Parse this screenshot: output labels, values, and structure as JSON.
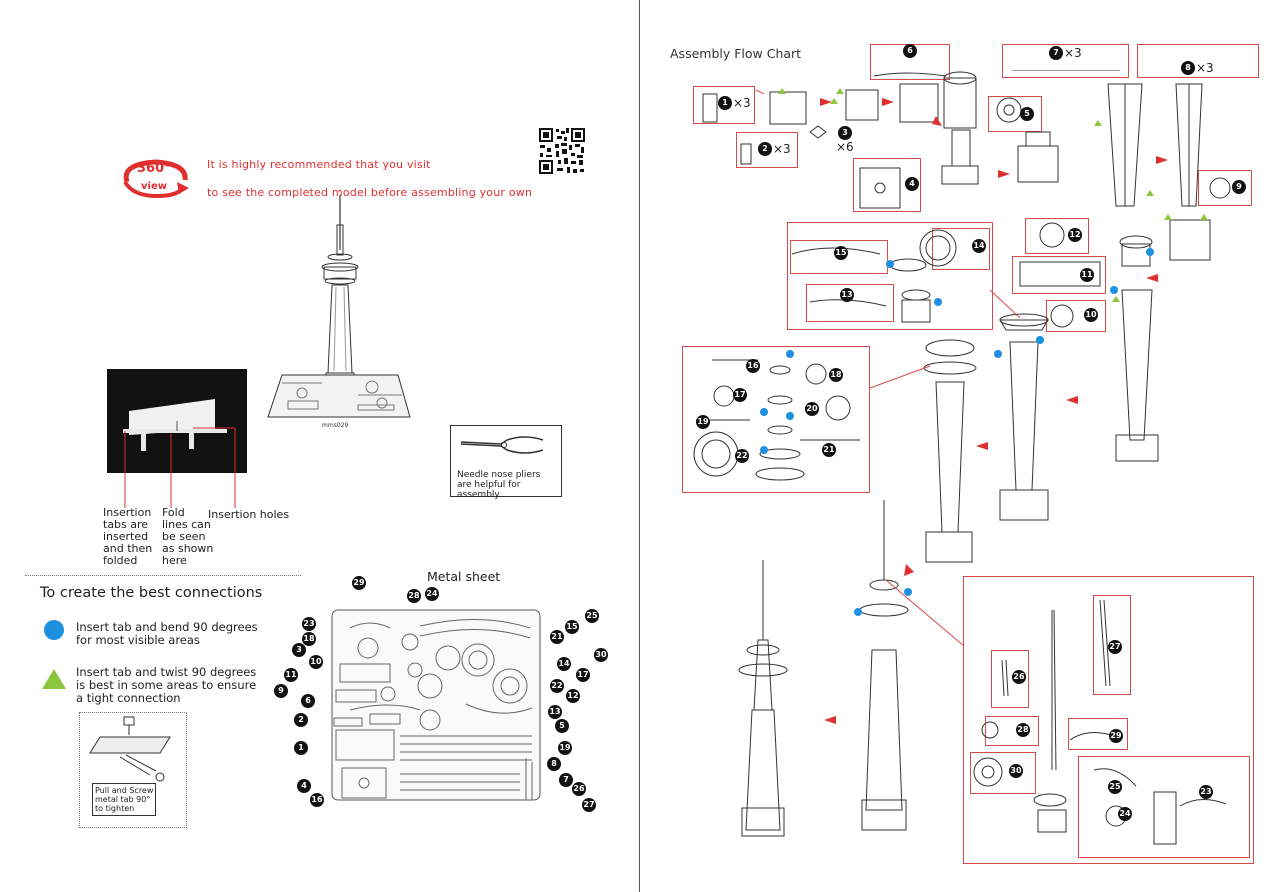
{
  "left": {
    "visit_line1": "It is highly recommended that you visit",
    "visit_line2": "to see the completed model before assembling your own",
    "badge_360": "360°",
    "badge_view": "view",
    "model_code": "mms029",
    "callout_tabs": "Insertion\ntabs are\ninserted\nand then\nfolded",
    "callout_fold": "Fold\nlines can\nbe seen\nas shown\nhere",
    "callout_holes": "Insertion holes",
    "pliers_note": "Needle nose pliers are helpful for assembly",
    "connections_title": "To create the best connections",
    "blue_note": "Insert tab and bend 90 degrees\nfor most visible areas",
    "green_note": "Insert tab and twist 90 degrees\nis best in some areas to ensure\na tight connection",
    "pull_note": "Pull and Screw\nmetal tab 90°\nto tighten",
    "sheet_title": "Metal sheet",
    "sheet_numbers_left": [
      "29",
      "23",
      "18",
      "3",
      "10",
      "11",
      "9",
      "6",
      "2",
      "1",
      "4",
      "16"
    ],
    "sheet_numbers_top": [
      "28",
      "24"
    ],
    "sheet_numbers_right": [
      "25",
      "15",
      "21",
      "30",
      "14",
      "17",
      "22",
      "12",
      "13",
      "5",
      "19",
      "8",
      "7",
      "26",
      "27"
    ]
  },
  "right": {
    "flow_title": "Assembly Flow Chart",
    "steps": [
      {
        "n": "1",
        "qty": "×3"
      },
      {
        "n": "2",
        "qty": "×3"
      },
      {
        "n": "3",
        "qty": "×6"
      },
      {
        "n": "4",
        "qty": ""
      },
      {
        "n": "5",
        "qty": ""
      },
      {
        "n": "6",
        "qty": ""
      },
      {
        "n": "7",
        "qty": "×3"
      },
      {
        "n": "8",
        "qty": "×3"
      },
      {
        "n": "9",
        "qty": ""
      },
      {
        "n": "10",
        "qty": ""
      },
      {
        "n": "11",
        "qty": ""
      },
      {
        "n": "12",
        "qty": ""
      },
      {
        "n": "13",
        "qty": ""
      },
      {
        "n": "14",
        "qty": ""
      },
      {
        "n": "15",
        "qty": ""
      },
      {
        "n": "16",
        "qty": ""
      },
      {
        "n": "17",
        "qty": ""
      },
      {
        "n": "18",
        "qty": ""
      },
      {
        "n": "19",
        "qty": ""
      },
      {
        "n": "20",
        "qty": ""
      },
      {
        "n": "21",
        "qty": ""
      },
      {
        "n": "22",
        "qty": ""
      },
      {
        "n": "23",
        "qty": ""
      },
      {
        "n": "24",
        "qty": ""
      },
      {
        "n": "25",
        "qty": ""
      },
      {
        "n": "26",
        "qty": ""
      },
      {
        "n": "27",
        "qty": ""
      },
      {
        "n": "28",
        "qty": ""
      },
      {
        "n": "29",
        "qty": ""
      },
      {
        "n": "30",
        "qty": ""
      }
    ]
  },
  "colors": {
    "accent_red": "#e0302e",
    "box_red": "#d84b4b",
    "blue_dot": "#1e90e0",
    "green_tri": "#8cc63f"
  }
}
